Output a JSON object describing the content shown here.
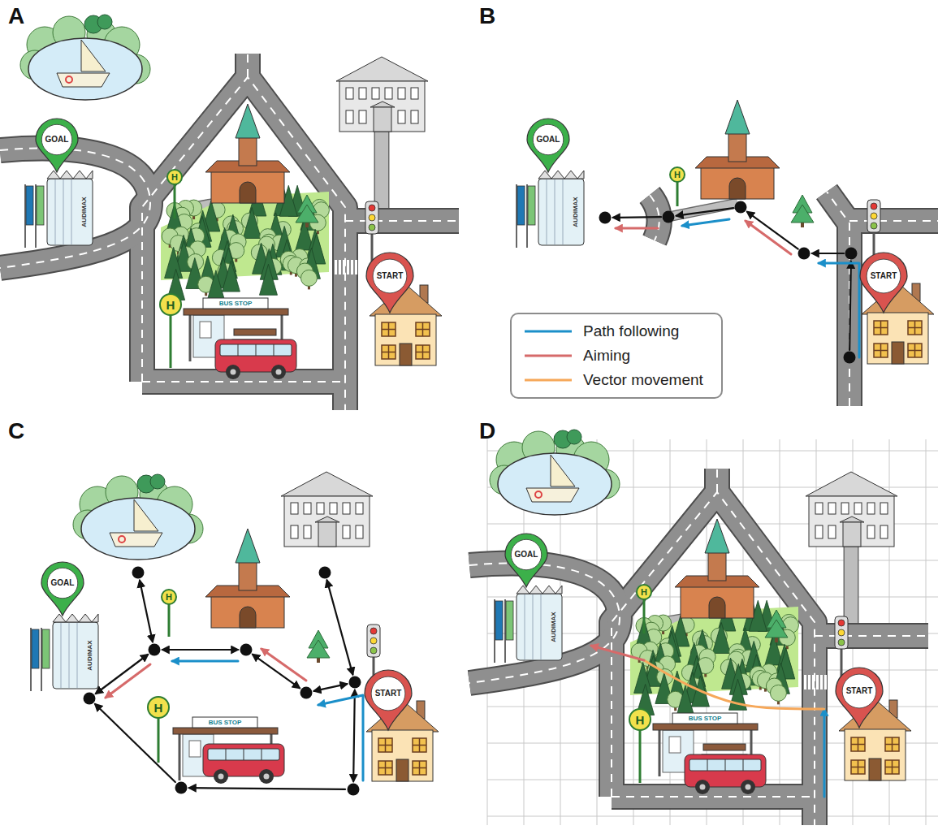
{
  "diagram": {
    "nodes": [
      {
        "text": [
          "GOAL"
        ]
      },
      {
        "text": [
          "START"
        ]
      },
      {
        "text": [
          "GOAL"
        ]
      },
      {
        "text": [
          "START"
        ]
      },
      {
        "text": [
          "GOAL"
        ]
      },
      {
        "text": [
          "START"
        ]
      },
      {
        "text": [
          "GOAL"
        ]
      },
      {
        "text": [
          "START"
        ]
      }
    ],
    "labels": [
      "A",
      "H",
      "H",
      "BUS STOP",
      "AUDIMAX",
      "B",
      "H",
      "AUDIMAX",
      "C",
      "H",
      "H",
      "BUS STOP",
      "AUDIMAX",
      "D",
      "H",
      "H",
      "BUS STOP",
      "AUDIMAX"
    ],
    "legend": [
      {
        "text": "Path following"
      },
      {
        "text": "Aiming"
      },
      {
        "text": "Vector movement"
      }
    ]
  }
}
